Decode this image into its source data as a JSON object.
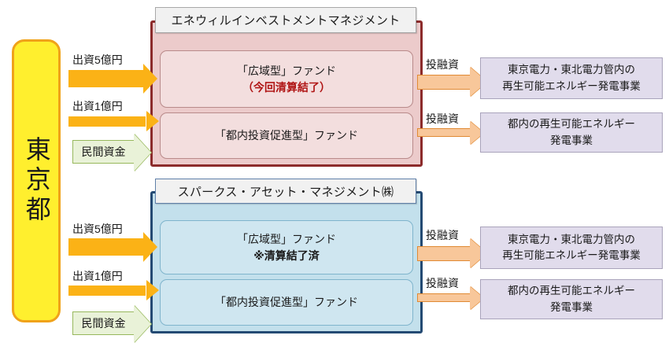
{
  "source": {
    "name": "東京都"
  },
  "flows": {
    "invest_5": "出資5億円",
    "invest_1": "出資1億円",
    "private_funds": "民間資金",
    "loan": "投融資"
  },
  "groups": [
    {
      "id": "enewill",
      "title": "エネウィルインベストメントマネジメント",
      "accent": "#8c2b2b",
      "fill": "#eccbcb",
      "funds": [
        {
          "name": "「広域型」ファンド",
          "note": "（今回清算結了）",
          "note_style": "red"
        },
        {
          "name": "「都内投資促進型」ファンド",
          "note": "",
          "note_style": "none"
        }
      ],
      "targets": [
        {
          "line1": "東京電力・東北電力管内の",
          "line2": "再生可能エネルギー発電事業"
        },
        {
          "line1": "都内の再生可能エネルギー",
          "line2": "発電事業"
        }
      ]
    },
    {
      "id": "sparx",
      "title": "スパークス・アセット・マネジメント㈱",
      "accent": "#244a73",
      "fill": "#c3e0ec",
      "funds": [
        {
          "name": "「広域型」ファンド",
          "note": "※清算結了済",
          "note_style": "bold"
        },
        {
          "name": "「都内投資促進型」ファンド",
          "note": "",
          "note_style": "none"
        }
      ],
      "targets": [
        {
          "line1": "東京電力・東北電力管内の",
          "line2": "再生可能エネルギー発電事業"
        },
        {
          "line1": "都内の再生可能エネルギー",
          "line2": "発電事業"
        }
      ]
    }
  ],
  "colors": {
    "source_fill": "#ffef2e",
    "source_border": "#f0a21a",
    "arrow_orange": "#fbb216",
    "arrow_green": "#e9f2d8",
    "arrow_green_border": "#97b85c",
    "arrow_peach": "#f8c79a",
    "arrow_peach_border": "#e08a34",
    "target_fill": "#e1dcec",
    "red_note": "#b01515"
  }
}
